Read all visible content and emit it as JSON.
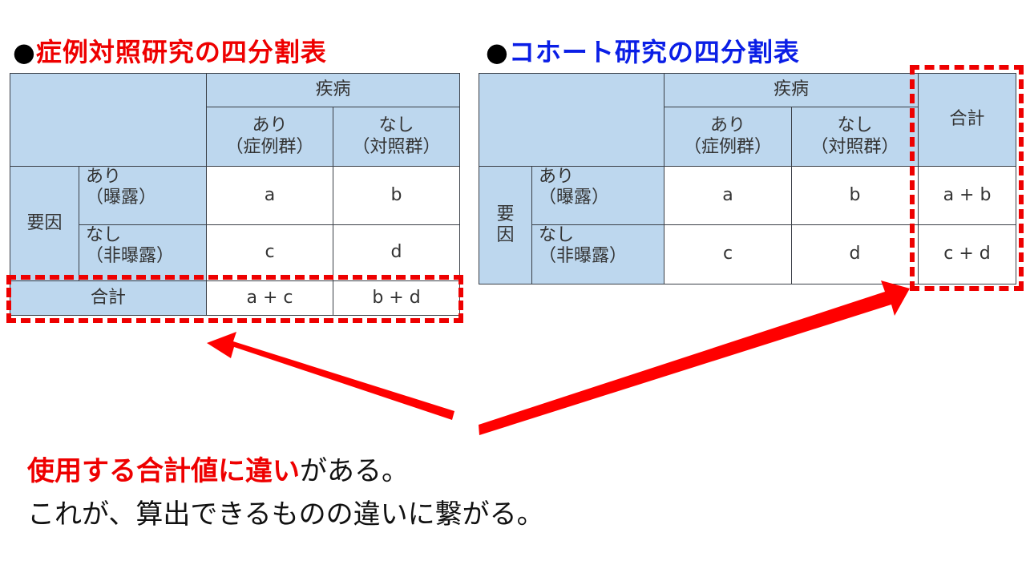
{
  "slide": {
    "left_title": {
      "bullet": "●",
      "text": "症例対照研究の四分割表",
      "color": "#ee0000"
    },
    "right_title": {
      "bullet": "●",
      "text": "コホート研究の四分割表",
      "color": "#0a1ee6"
    },
    "left_table": {
      "header_disease": "疾病",
      "col_yes": "あり",
      "col_yes_sub": "（症例群）",
      "col_no": "なし",
      "col_no_sub": "（対照群）",
      "factor_label": "要因",
      "row_yes": "あり",
      "row_yes_sub": "（曝露）",
      "row_no": "なし",
      "row_no_sub": "（非曝露）",
      "cells": {
        "a": "a",
        "b": "b",
        "c": "c",
        "d": "d"
      },
      "total_label": "合計",
      "total_col1": "a + c",
      "total_col2": "b + d"
    },
    "right_table": {
      "header_disease": "疾病",
      "col_yes": "あり",
      "col_yes_sub": "（症例群）",
      "col_no": "なし",
      "col_no_sub": "（対照群）",
      "total_header": "合計",
      "factor_label_1": "要",
      "factor_label_2": "因",
      "row_yes": "あり",
      "row_yes_sub": "（曝露）",
      "row_no": "なし",
      "row_no_sub": "（非曝露）",
      "cells": {
        "a": "a",
        "b": "b",
        "c": "c",
        "d": "d"
      },
      "total_row1": "a + b",
      "total_row2": "c + d"
    },
    "message": {
      "line1_emphasis": "使用する合計値に違い",
      "line1_rest": "がある。",
      "line2": "これが、算出できるものの違いに繋がる。"
    },
    "colors": {
      "accent_red": "#ee0000",
      "header_blue": "#bdd7ee",
      "title_blue": "#0a1ee6"
    }
  }
}
